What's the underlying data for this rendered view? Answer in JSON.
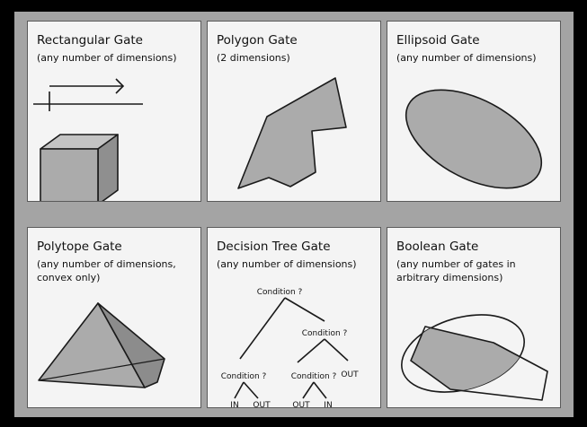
{
  "colors": {
    "background": "#000000",
    "frame": "#a4a4a4",
    "panel": "#f4f4f4",
    "shape_fill": "#ababab",
    "stroke": "#1a1a1a"
  },
  "panels": [
    {
      "title": "Rectangular Gate",
      "subtitle": "(any number of dimensions)"
    },
    {
      "title": "Polygon Gate",
      "subtitle": "(2 dimensions)"
    },
    {
      "title": "Ellipsoid Gate",
      "subtitle": "(any number of dimensions)"
    },
    {
      "title": "Polytope Gate",
      "subtitle_lines": [
        "(any number of dimensions,",
        "convex only)"
      ]
    },
    {
      "title": "Decision Tree Gate",
      "subtitle": "(any number of dimensions)"
    },
    {
      "title": "Boolean Gate",
      "subtitle_lines": [
        "(any number of gates in",
        "arbitrary dimensions)"
      ]
    }
  ],
  "decision_tree": {
    "root": "Condition ?",
    "right_child": "Condition ?",
    "left_child": "Condition ?",
    "middle_child": "Condition ?",
    "out_right": "OUT",
    "leaf_in_1": "IN",
    "leaf_out_1": "OUT",
    "leaf_out_2": "OUT",
    "leaf_in_2": "IN"
  }
}
